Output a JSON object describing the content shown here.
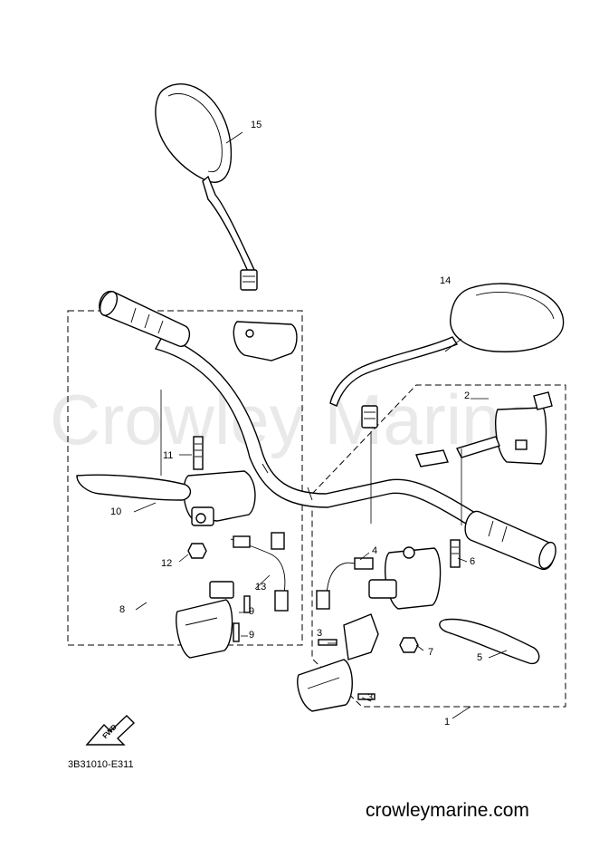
{
  "watermark": "Crowley Marine",
  "callouts": [
    "1",
    "2",
    "3",
    "3",
    "4",
    "5",
    "6",
    "7",
    "8",
    "9",
    "9",
    "10",
    "11",
    "12",
    "13",
    "14",
    "15"
  ],
  "diagram_code": "3B31010-E311",
  "fwd_label": "FWD",
  "site_url": "crowleymarine.com"
}
